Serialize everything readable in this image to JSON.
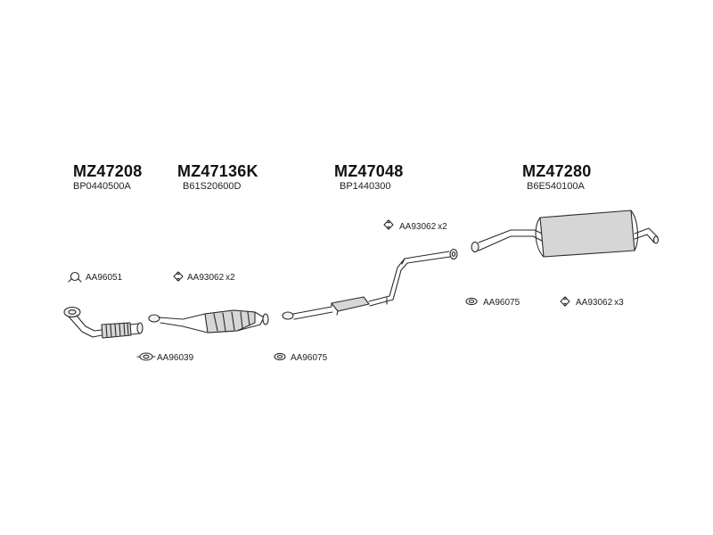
{
  "parts": [
    {
      "part_number": "MZ47208",
      "oem": "BP0440500A"
    },
    {
      "part_number": "MZ47136K",
      "oem": "B61S20600D"
    },
    {
      "part_number": "MZ47048",
      "oem": "BP1440300"
    },
    {
      "part_number": "MZ47280",
      "oem": "B6E540100A"
    }
  ],
  "accessories": [
    {
      "code": "AA96051",
      "qty": "",
      "icon": "ring-clamp-icon"
    },
    {
      "code": "AA93062",
      "qty": "x2",
      "icon": "rubber-mount-icon"
    },
    {
      "code": "AA96039",
      "qty": "",
      "icon": "flange-gasket-icon"
    },
    {
      "code": "AA96075",
      "qty": "",
      "icon": "oval-gasket-icon"
    },
    {
      "code": "AA93062",
      "qty": "x2",
      "icon": "rubber-mount-icon"
    },
    {
      "code": "AA96075",
      "qty": "",
      "icon": "oval-gasket-icon"
    },
    {
      "code": "AA93062",
      "qty": "x3",
      "icon": "rubber-mount-icon"
    }
  ],
  "colors": {
    "line": "#2a2a2a",
    "fill": "#d6d6d6",
    "text": "#111111"
  }
}
